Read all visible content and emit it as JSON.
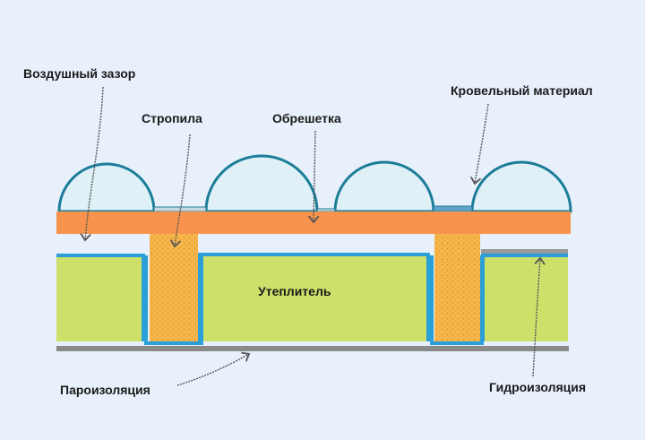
{
  "labels": {
    "air_gap": "Воздушный зазор",
    "rafters": "Стропила",
    "battens": "Обрешетка",
    "roofing_material": "Кровельный материал",
    "insulation": "Утеплитель",
    "vapor_barrier": "Пароизоляция",
    "waterproofing": "Гидроизоляция"
  },
  "colors": {
    "background": "#e8f0fb",
    "battens_board": "#f7934c",
    "insulation_fill": "#cde06a",
    "membrane_outline": "#2a9fd8",
    "rafter_fill": "#f5b54a",
    "vapor_barrier_strip": "#8a8a8a",
    "roof_tile": "#dff0f7",
    "tile_outline": "#1b7d98",
    "arrow": "#555555"
  }
}
